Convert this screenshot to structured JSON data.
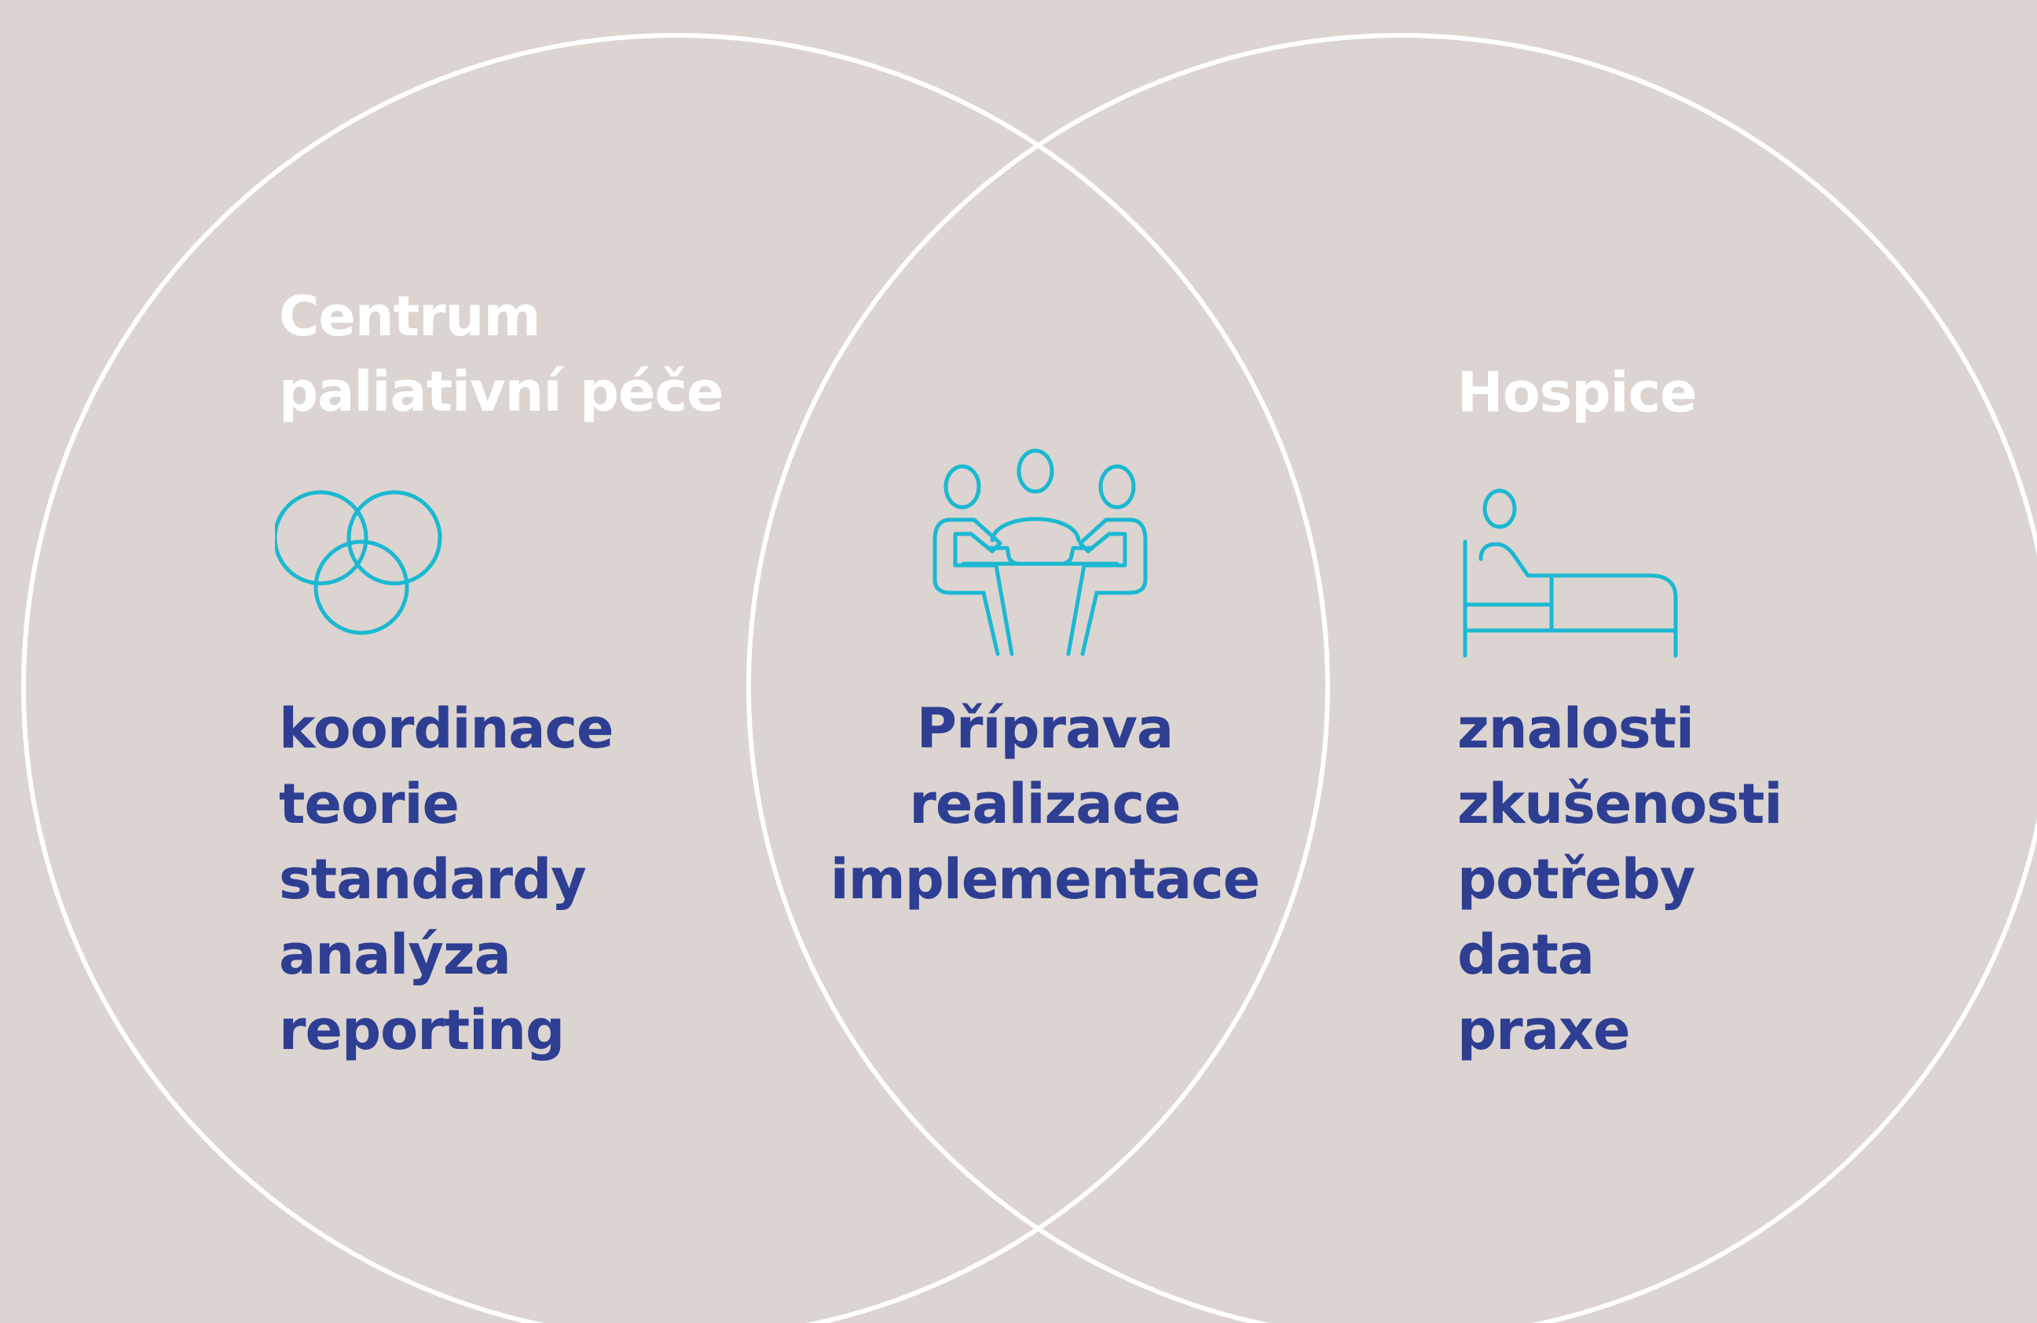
{
  "colors": {
    "background": "#dbd4d0",
    "circle_stroke": "#ffffff",
    "heading": "#ffffff",
    "terms": "#2e3e92",
    "icon": "#1bb8d2"
  },
  "left": {
    "title_line1": "Centrum",
    "title_line2": "paliativní péče",
    "icon": "three-circles-icon",
    "terms": [
      "koordinace",
      "teorie",
      "standardy",
      "analýza",
      "reporting"
    ]
  },
  "center": {
    "icon": "meeting-table-icon",
    "terms": [
      "Příprava",
      "realizace",
      "implementace"
    ]
  },
  "right": {
    "title": "Hospice",
    "icon": "patient-bed-icon",
    "terms": [
      "znalosti",
      "zkušenosti",
      "potřeby",
      "data",
      "praxe"
    ]
  }
}
